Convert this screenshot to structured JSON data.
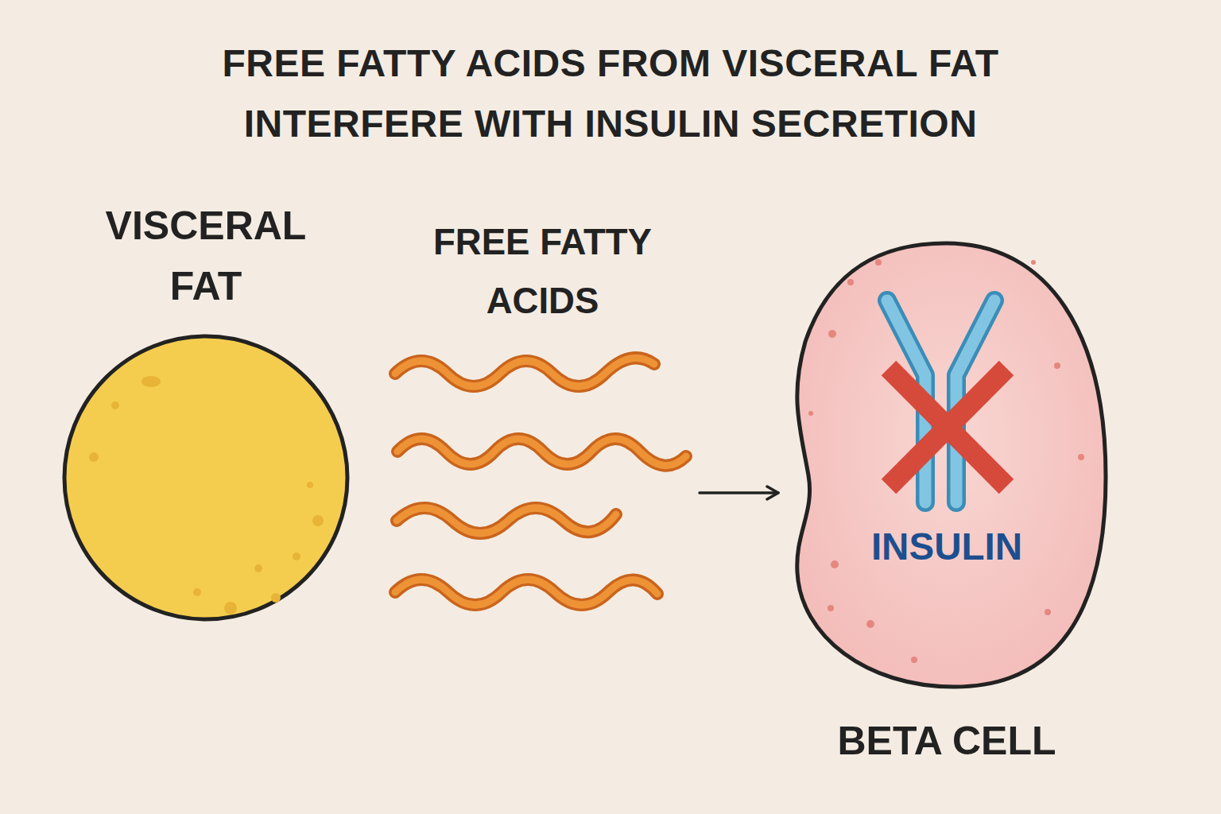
{
  "diagram": {
    "title": "FREE FATTY ACIDS FROM VISCERAL FAT INTERFERE WITH INSULIN SECRETION",
    "nodes": [
      {
        "text": [
          "VISCERAL FAT"
        ]
      },
      {
        "text": [
          "FREE FATTY ACIDS"
        ]
      },
      {
        "text": [
          "INSULIN",
          "BETA CELL"
        ]
      }
    ],
    "edges": [
      {
        "from": 1,
        "to": 2,
        "arrow": "to"
      }
    ]
  }
}
